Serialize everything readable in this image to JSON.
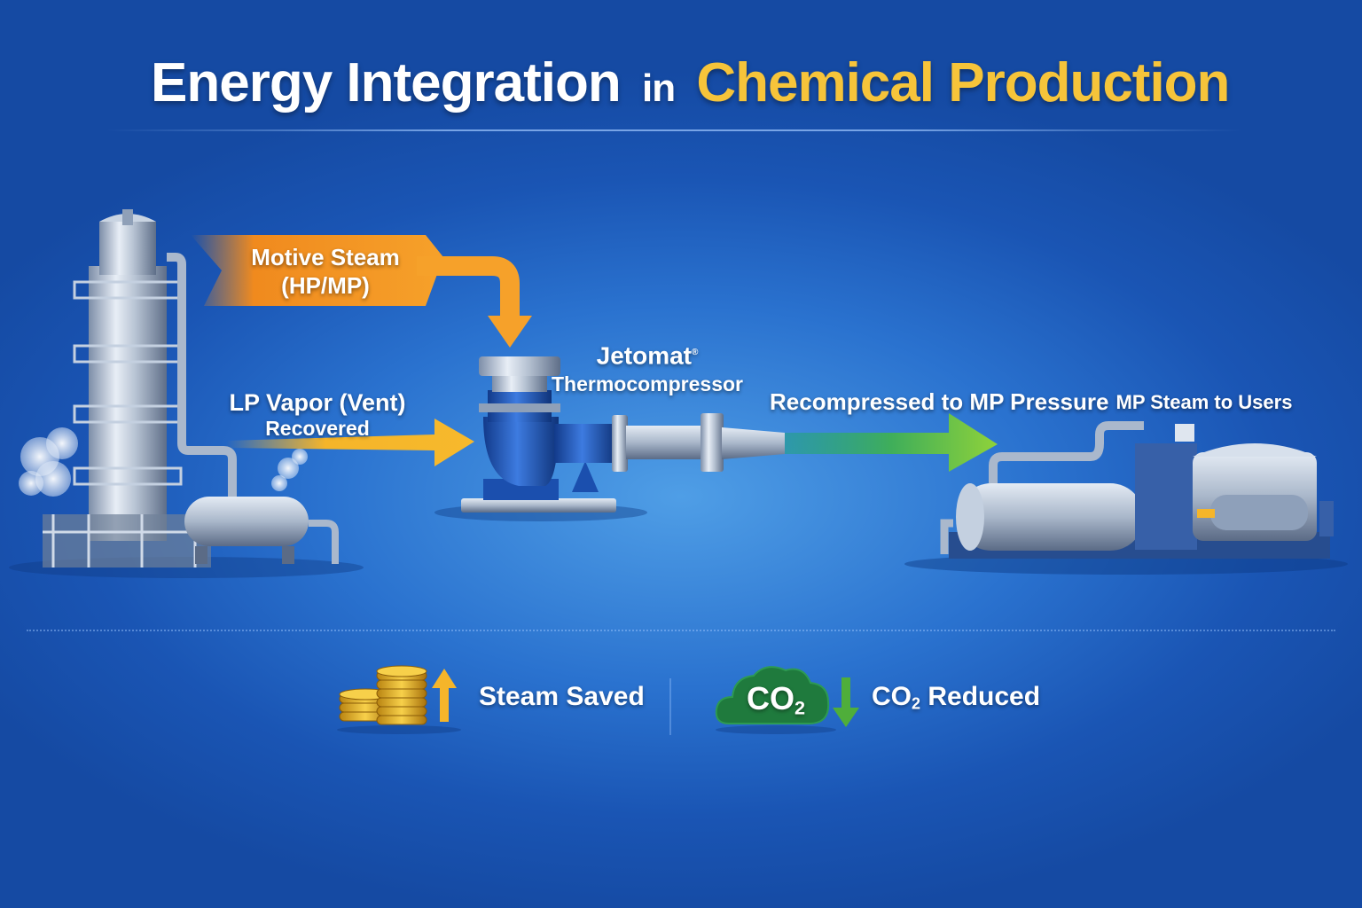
{
  "title": {
    "part1": "Energy Integration",
    "part2": "in",
    "part3": "Chemical Production"
  },
  "labels": {
    "motive_steam_line1": "Motive Steam",
    "motive_steam_line2": "(HP/MP)",
    "lp_vapor_line1": "LP Vapor (Vent)",
    "lp_vapor_line2": "Recovered",
    "jetomat_name": "Jetomat",
    "jetomat_mark": "®",
    "jetomat_sub": "Thermocompressor",
    "recompressed": "Recompressed to MP Pressure",
    "mp_steam_users": "MP Steam to Users"
  },
  "legend": {
    "steam_saved": "Steam Saved",
    "co2_cloud_main": "CO",
    "co2_cloud_sub": "2",
    "co2_reduced_main": "CO",
    "co2_reduced_sub": "2",
    "co2_reduced_rest": " Reduced"
  },
  "icons": {
    "coins": "coins-stack-icon",
    "up_arrow": "arrow-up-icon",
    "cloud": "co2-cloud-icon",
    "down_arrow": "arrow-down-icon"
  },
  "colors": {
    "title_accent": "#f6c43a",
    "motive_arrow": "#f08a1e",
    "lp_arrow": "#f5b52a",
    "recompressed_arrow": "#7cc63a",
    "ejector_body": "#1f55b5",
    "co2_cloud": "#1f7a3d"
  }
}
